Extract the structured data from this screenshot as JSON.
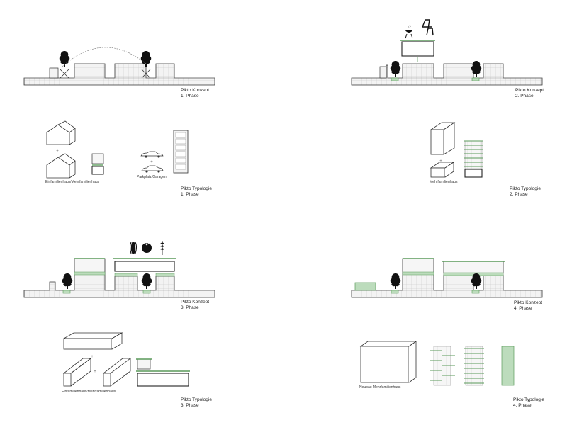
{
  "panels": [
    {
      "title": "Pikto Konzept",
      "phase": "1. Phase"
    },
    {
      "title": "Pikto Konzept",
      "phase": "2. Phase"
    },
    {
      "title": "Pikto Typologie",
      "phase": "1. Phase"
    },
    {
      "title": "Pikto Typologie",
      "phase": "2. Phase"
    },
    {
      "title": "Pikto Konzept",
      "phase": "3. Phase"
    },
    {
      "title": "Pikto Konzept",
      "phase": "4. Phase"
    },
    {
      "title": "Pikto Typologie",
      "phase": "3. Phase"
    },
    {
      "title": "Pikto Typologie",
      "phase": "4. Phase"
    }
  ],
  "captions": {
    "typ1_house": "Einfamilienhaus/Mehrfamilienhaus",
    "typ1_parking": "Parkplatz/Garagen",
    "typ2_building": "Mehrfamilienhaus",
    "typ3_house": "Einfamilienhaus/Mehrfamilienhaus",
    "typ4_building": "Neubau Mehrfamilienhaus"
  },
  "colors": {
    "line": "#333333",
    "grid": "#bbbbbb",
    "fill": "#f3f3f3",
    "green": "#bcdcbc",
    "green_line": "#5a9a5a"
  },
  "icons": [
    "tree-icon",
    "chair-icon",
    "bbq-icon",
    "corn-icon",
    "tomato-icon",
    "wheat-icon",
    "car-icon"
  ]
}
